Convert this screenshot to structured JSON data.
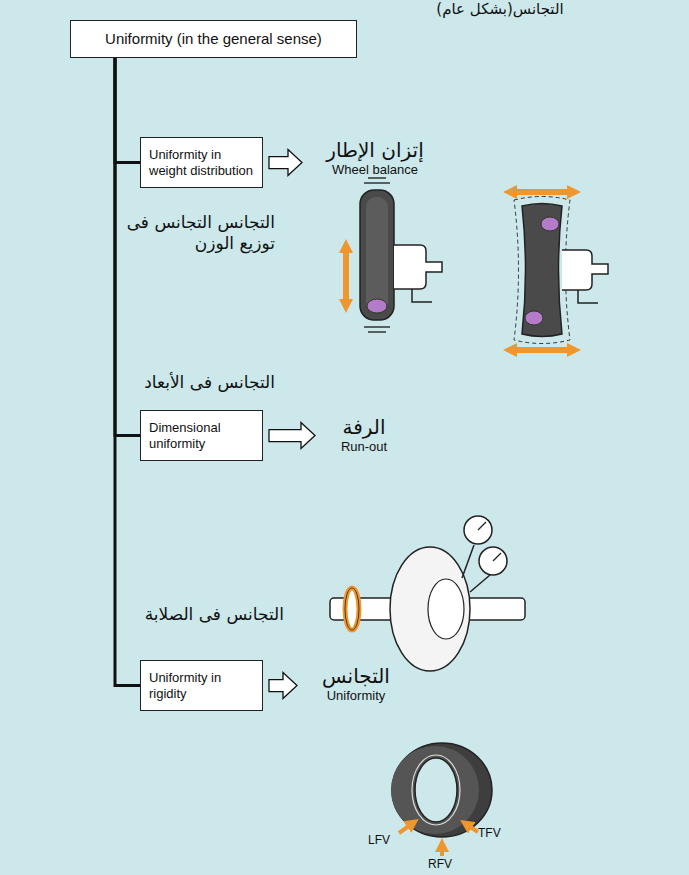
{
  "diagram": {
    "title": "التجانس(بشكل عام)",
    "nodes": [
      {
        "text": [
          "Uniformity (in the general sense)"
        ]
      },
      {
        "text": [
          "Uniformity in weight distribution"
        ]
      },
      {
        "text": [
          "Dimensional uniformity"
        ]
      },
      {
        "text": [
          "Uniformity in rigidity"
        ]
      },
      {
        "text": [
          "إتزان الإطار",
          "Wheel balance"
        ]
      },
      {
        "text": [
          "الرفة",
          "Run-out"
        ]
      },
      {
        "text": [
          "التجانس",
          "Uniformity"
        ]
      }
    ],
    "edges": [
      {
        "from": 0,
        "to": 1,
        "arrow": "none"
      },
      {
        "from": 0,
        "to": 2,
        "arrow": "none"
      },
      {
        "from": 0,
        "to": 3,
        "arrow": "none"
      },
      {
        "from": 1,
        "to": 4,
        "arrow": "to"
      },
      {
        "from": 2,
        "to": 5,
        "arrow": "to"
      },
      {
        "from": 3,
        "to": 6,
        "arrow": "to"
      }
    ],
    "labels": [
      "التجانس التجانس فى توزيع الوزن",
      "التجانس فى الأبعاد",
      "التجانس فى الصلابة",
      "LFV",
      "TFV",
      "RFV"
    ]
  }
}
